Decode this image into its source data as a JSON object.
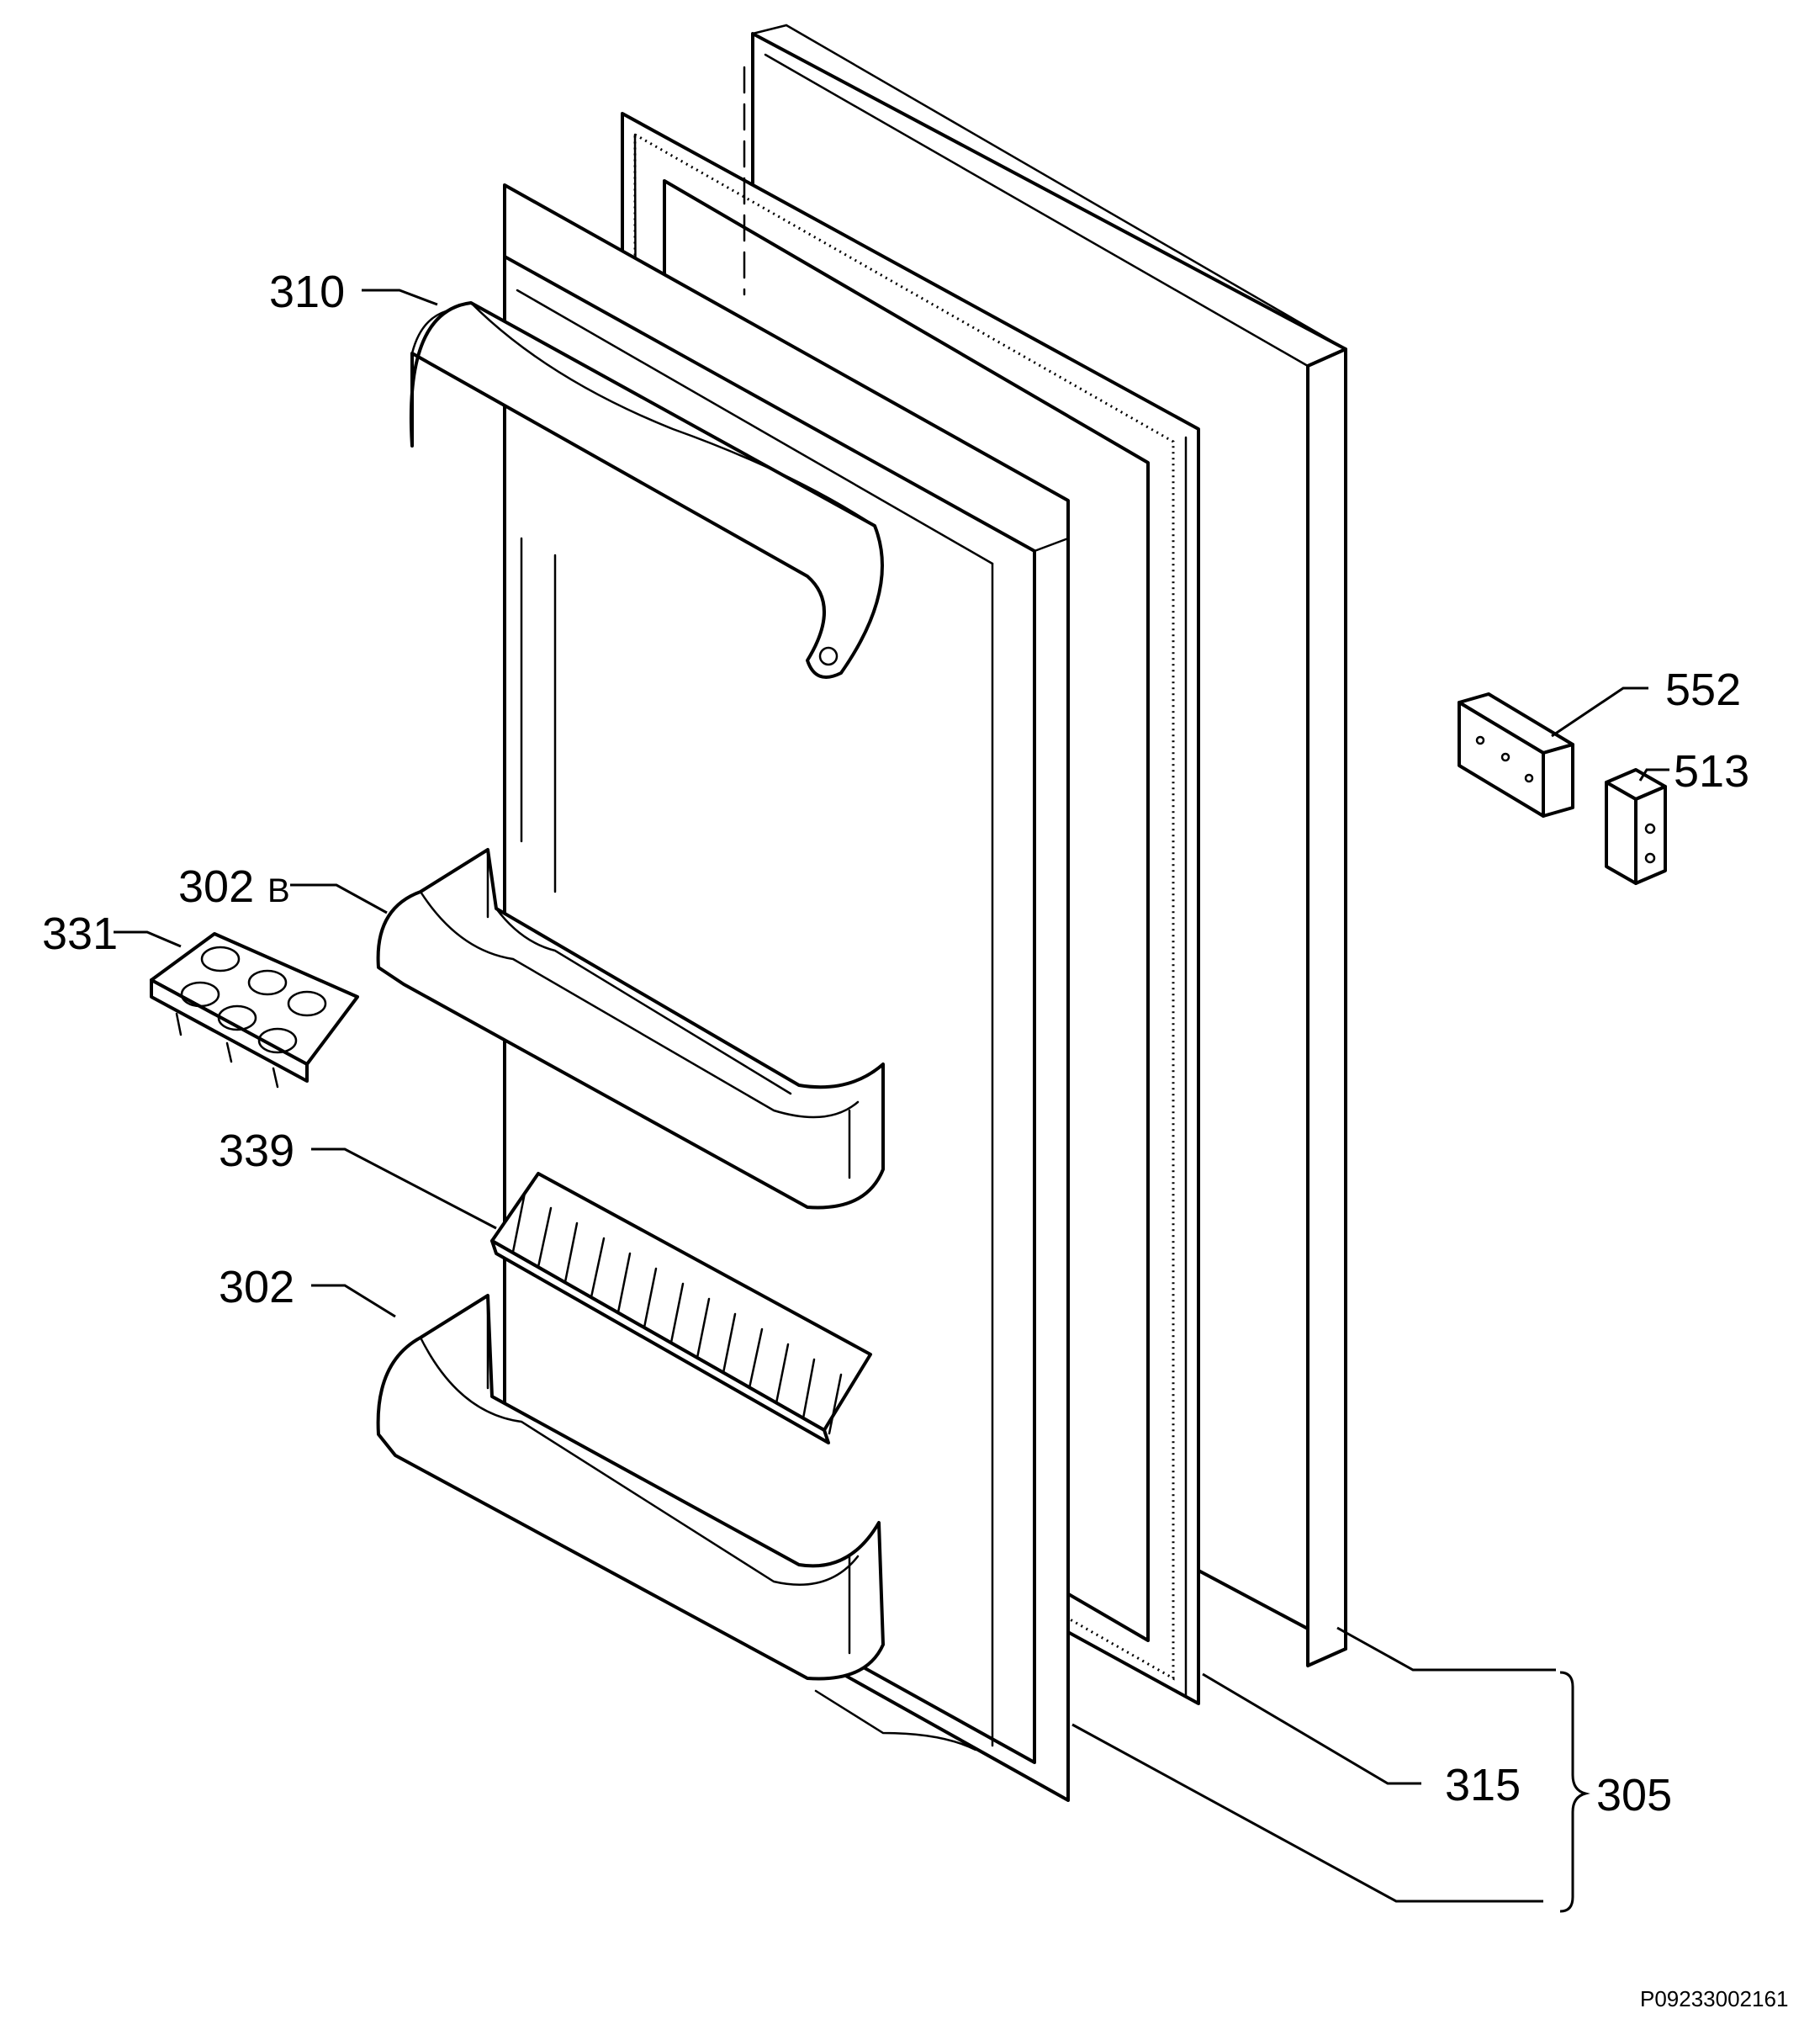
{
  "drawing_code": "P09233002161",
  "parts": [
    {
      "number": "310",
      "suffix": ""
    },
    {
      "number": "302",
      "suffix": "B"
    },
    {
      "number": "331",
      "suffix": ""
    },
    {
      "number": "339",
      "suffix": ""
    },
    {
      "number": "302",
      "suffix": ""
    },
    {
      "number": "552",
      "suffix": ""
    },
    {
      "number": "513",
      "suffix": ""
    },
    {
      "number": "315",
      "suffix": ""
    },
    {
      "number": "305",
      "suffix": ""
    }
  ]
}
